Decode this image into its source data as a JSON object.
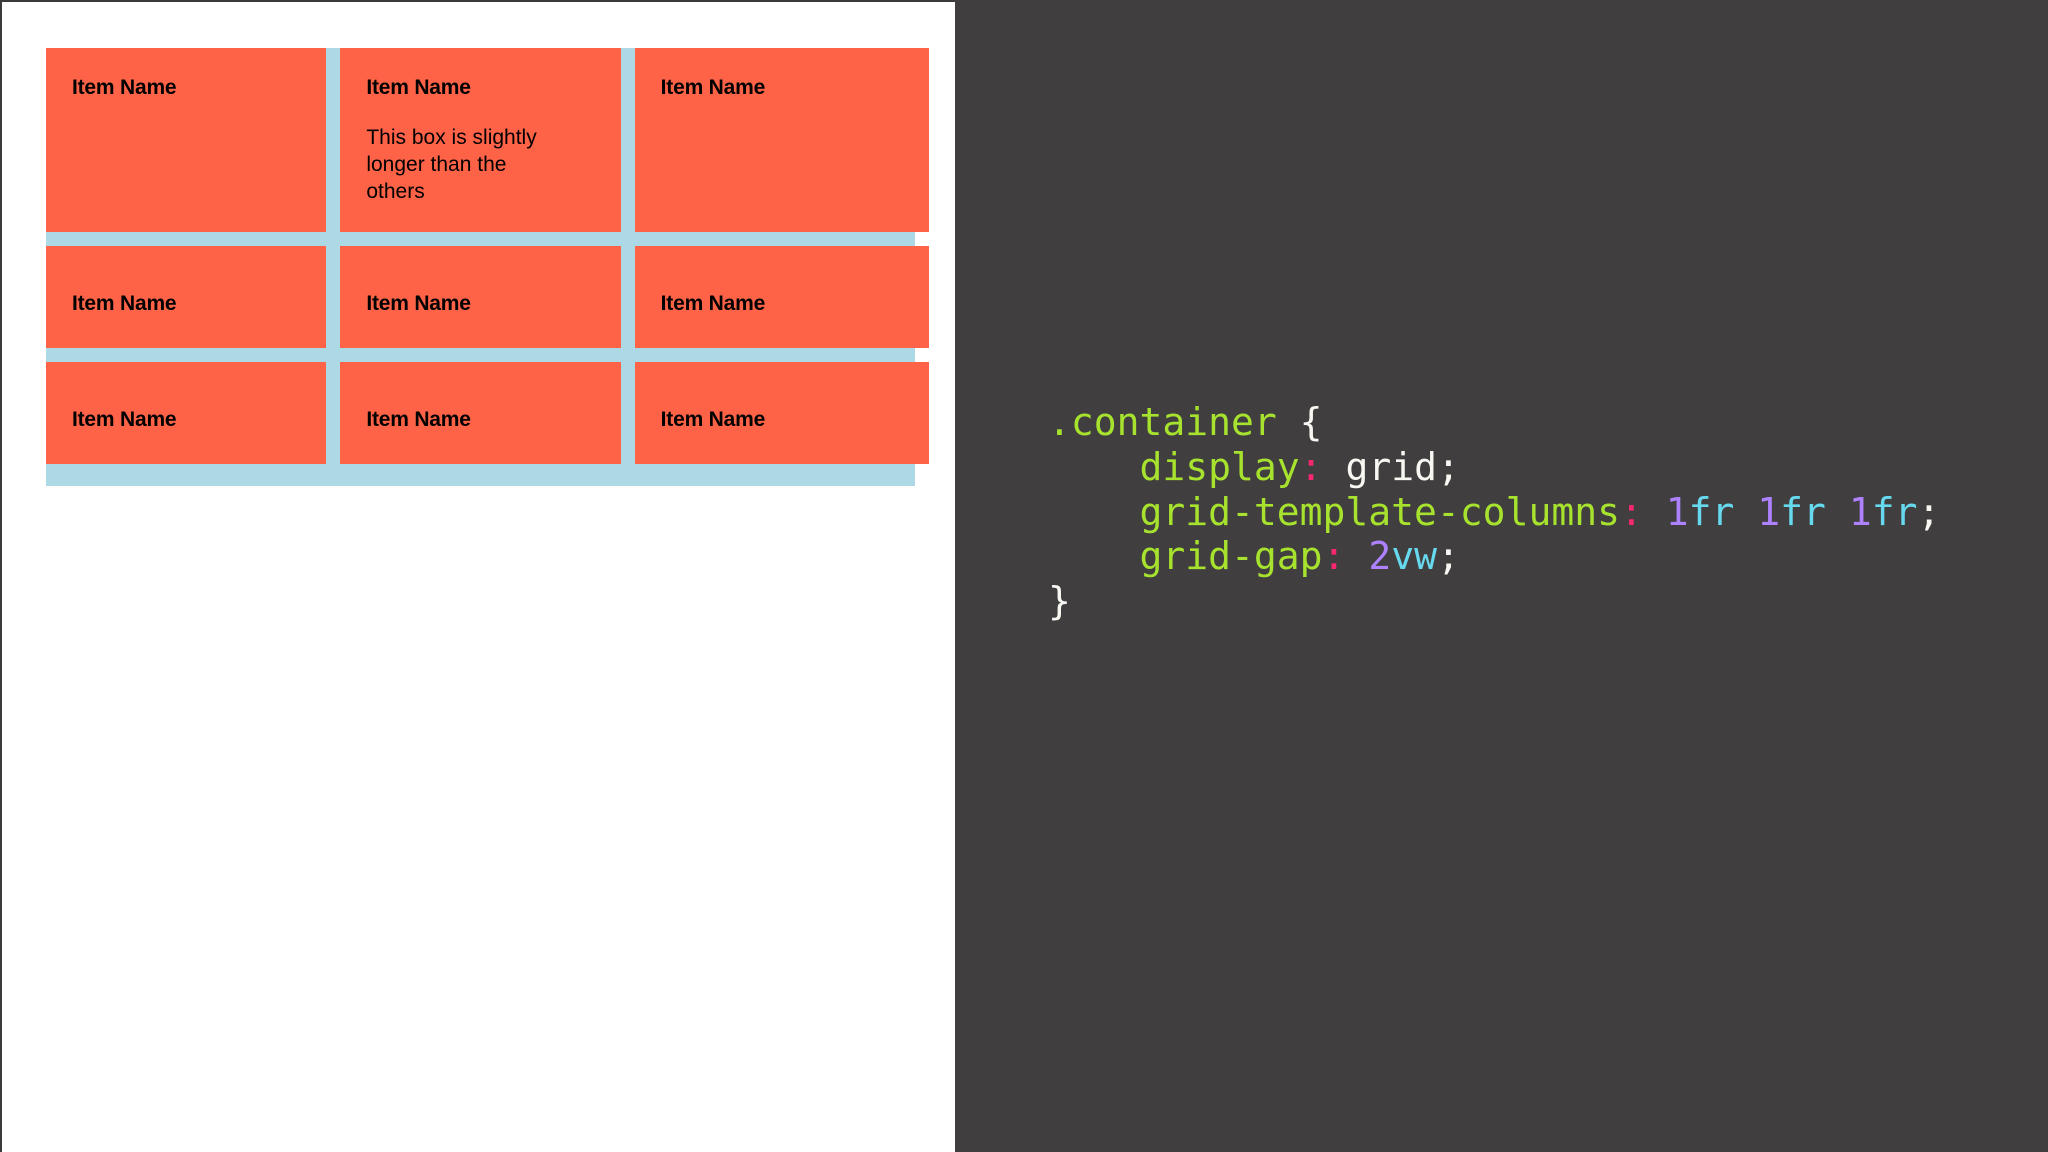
{
  "preview": {
    "background_color": "#ffffff",
    "grid_container": {
      "background_color": "#ADD8E6",
      "items": [
        {
          "title": "Item Name",
          "desc": ""
        },
        {
          "title": "Item Name",
          "desc": "This box is slightly longer than the others"
        },
        {
          "title": "Item Name",
          "desc": ""
        },
        {
          "title": "Item Name",
          "desc": ""
        },
        {
          "title": "Item Name",
          "desc": ""
        },
        {
          "title": "Item Name",
          "desc": ""
        },
        {
          "title": "Item Name",
          "desc": ""
        },
        {
          "title": "Item Name",
          "desc": ""
        },
        {
          "title": "Item Name",
          "desc": ""
        }
      ],
      "item_background_color": "#FF6347",
      "item_text_color": "#000000"
    }
  },
  "code_pane": {
    "background_color": "#403E3E",
    "language": "css",
    "colors": {
      "selector": "#a6e22e",
      "property": "#a6e22e",
      "punctuation": "#f92672",
      "value": "#f8f8f2",
      "number": "#ae81ff",
      "unit": "#66d9ef"
    },
    "lines": [
      {
        "selector": ".container",
        "brace_open": " {"
      },
      {
        "indent": "    ",
        "property": "display",
        "colon": ":",
        "value": " grid;"
      },
      {
        "indent": "    ",
        "property": "grid-template-columns",
        "colon": ":",
        "space": " ",
        "num1": "1",
        "unit1": "fr",
        "gap1": " ",
        "num2": "1",
        "unit2": "fr",
        "gap2": " ",
        "num3": "1",
        "unit3": "fr",
        "semi": ";"
      },
      {
        "indent": "    ",
        "property": "grid-gap",
        "colon": ":",
        "space": " ",
        "num": "2",
        "unit": "vw",
        "semi": ";"
      },
      {
        "brace_close": "}"
      }
    ]
  }
}
